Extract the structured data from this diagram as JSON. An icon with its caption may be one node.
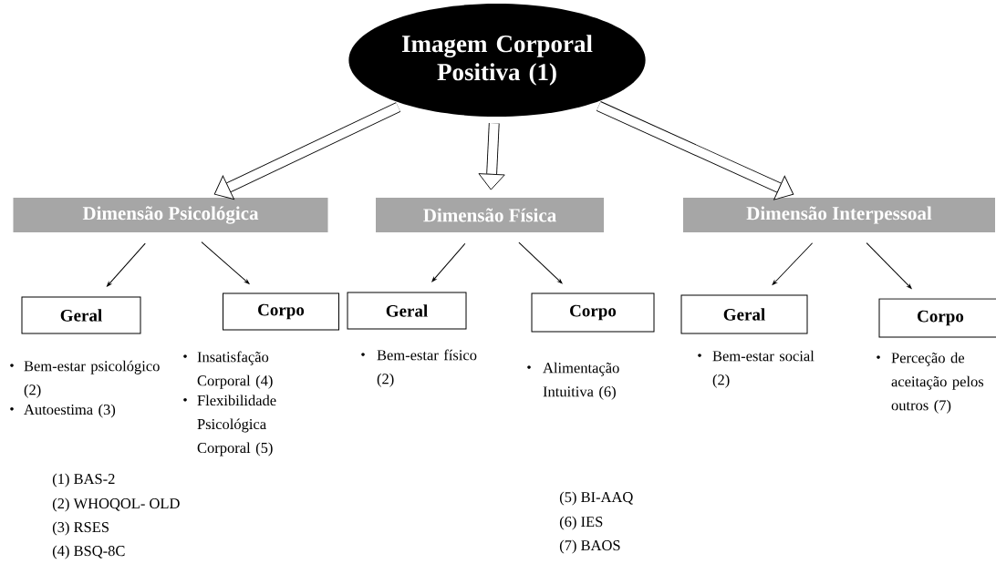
{
  "diagram": {
    "nodes": [
      {
        "text": [
          "Imagem Corporal Positiva (1)"
        ]
      },
      {
        "text": [
          "Dimensão Psicológica"
        ]
      },
      {
        "text": [
          "Dimensão Física"
        ]
      },
      {
        "text": [
          "Dimensão Interpessoal"
        ]
      },
      {
        "text": [
          "Geral"
        ],
        "beside": [
          "Bem-estar psicológico (2)",
          "Autoestima (3)"
        ]
      },
      {
        "text": [
          "Corpo"
        ],
        "beside": [
          "Insatisfação Corporal (4)",
          "Flexibilidade Psicológica Corporal (5)"
        ]
      },
      {
        "text": [
          "Geral"
        ],
        "beside": [
          "Bem-estar físico (2)"
        ]
      },
      {
        "text": [
          "Corpo"
        ],
        "beside": [
          "Alimentação Intuitiva (6)"
        ]
      },
      {
        "text": [
          "Geral"
        ],
        "beside": [
          "Bem-estar social (2)"
        ]
      },
      {
        "text": [
          "Corpo"
        ],
        "beside": [
          "Perceção de aceitação pelos outros (7)"
        ]
      }
    ],
    "edges": [
      {
        "from": 0,
        "to": 1,
        "arrow": "to",
        "style": "thick"
      },
      {
        "from": 0,
        "to": 2,
        "arrow": "to",
        "style": "thick"
      },
      {
        "from": 0,
        "to": 3,
        "arrow": "to",
        "style": "thick"
      },
      {
        "from": 1,
        "to": 4,
        "arrow": "to"
      },
      {
        "from": 1,
        "to": 5,
        "arrow": "to"
      },
      {
        "from": 2,
        "to": 6,
        "arrow": "to"
      },
      {
        "from": 2,
        "to": 7,
        "arrow": "to"
      },
      {
        "from": 3,
        "to": 8,
        "arrow": "to"
      },
      {
        "from": 3,
        "to": 9,
        "arrow": "to"
      }
    ],
    "labels": [
      "(1) BAS-2",
      "(2) WHOQOL- OLD",
      "(3) RSES",
      "(4) BSQ-8C",
      "(5) BI-AAQ",
      "(6) IES",
      "(7) BAOS"
    ]
  }
}
